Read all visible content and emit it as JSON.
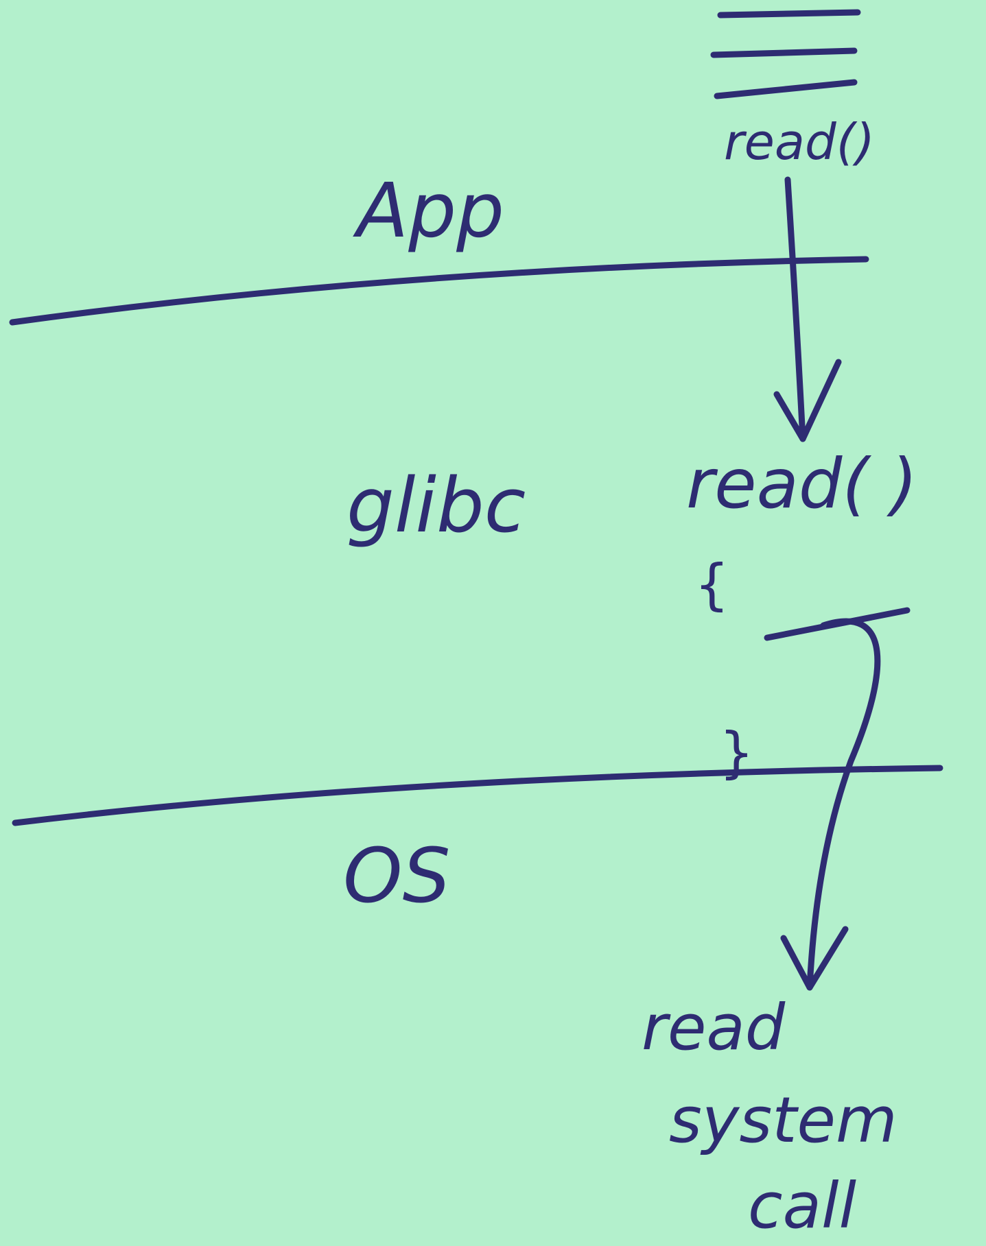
{
  "layers": {
    "app": "App",
    "glibc": "glibc",
    "os": "OS"
  },
  "calls": {
    "app_read": "read()",
    "glibc_read": "read( )",
    "brace_open": "{",
    "brace_close": "}",
    "os_read_lines": [
      "read",
      "system",
      "call"
    ]
  },
  "colors": {
    "background": "#b3f0cc",
    "ink": "#2e2c72"
  }
}
